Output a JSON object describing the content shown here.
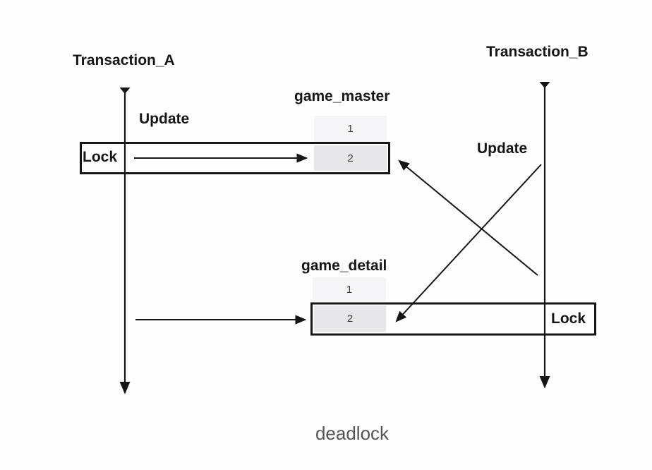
{
  "colors": {
    "ink": "#161616",
    "cell_gray": "#e7e7ea",
    "cell_light": "#f5f5f7",
    "num": "#3c3c3c",
    "caption": "#555555",
    "bg": "#fefefe"
  },
  "diagram": {
    "transaction_a": {
      "title": "Transaction_A",
      "update_label": "Update",
      "lock_label": "Lock"
    },
    "transaction_b": {
      "title": "Transaction_B",
      "update_label": "Update",
      "lock_label": "Lock"
    },
    "game_master": {
      "title": "game_master",
      "row1": "1",
      "row2": "2"
    },
    "game_detail": {
      "title": "game_detail",
      "row1": "1",
      "row2": "2"
    },
    "caption": "deadlock"
  }
}
